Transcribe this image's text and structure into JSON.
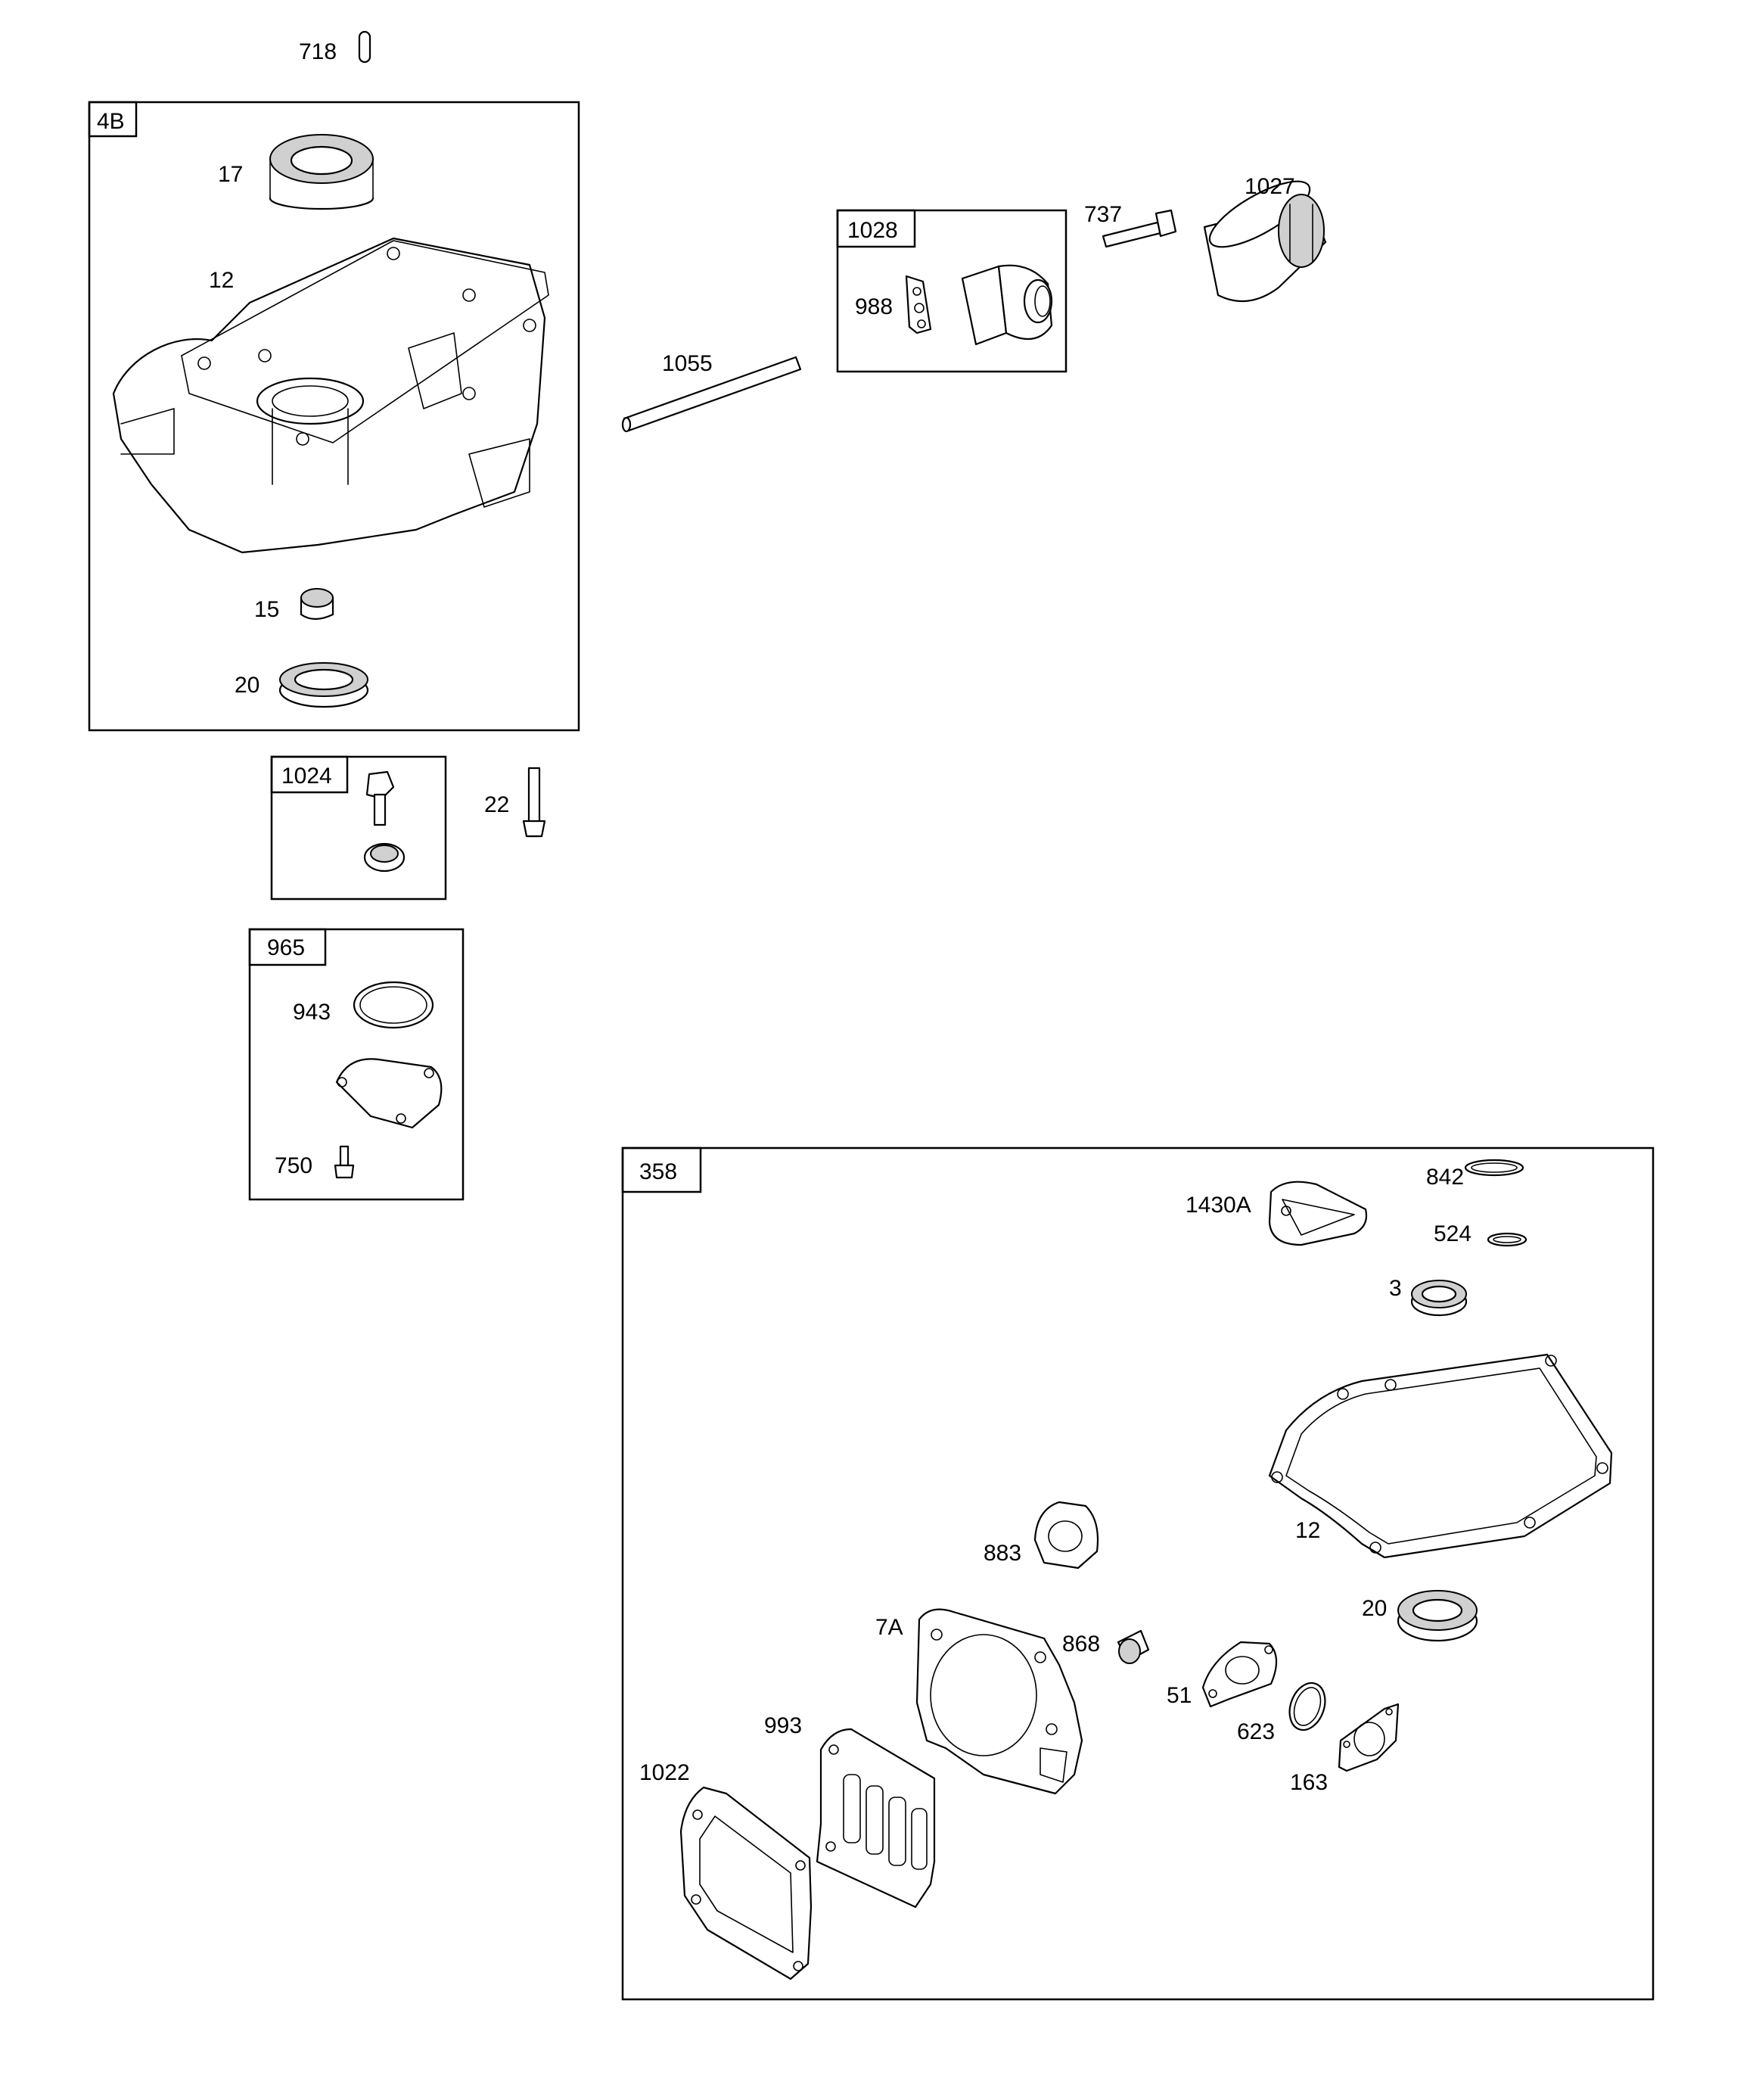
{
  "groups": [
    {
      "id": "4B",
      "label": "4B"
    },
    {
      "id": "1028",
      "label": "1028"
    },
    {
      "id": "1024",
      "label": "1024"
    },
    {
      "id": "965",
      "label": "965"
    },
    {
      "id": "358",
      "label": "358"
    }
  ],
  "parts": {
    "p718": "718",
    "p17": "17",
    "p12": "12",
    "p15": "15",
    "p20": "20",
    "p1055": "1055",
    "p988": "988",
    "p737": "737",
    "p1027": "1027",
    "p22": "22",
    "p943": "943",
    "p750": "750",
    "p842": "842",
    "p1430A": "1430A",
    "p524": "524",
    "p3": "3",
    "p12b": "12",
    "p883": "883",
    "p20b": "20",
    "p7A": "7A",
    "p868": "868",
    "p51": "51",
    "p623": "623",
    "p993": "993",
    "p163": "163",
    "p1022": "1022"
  }
}
